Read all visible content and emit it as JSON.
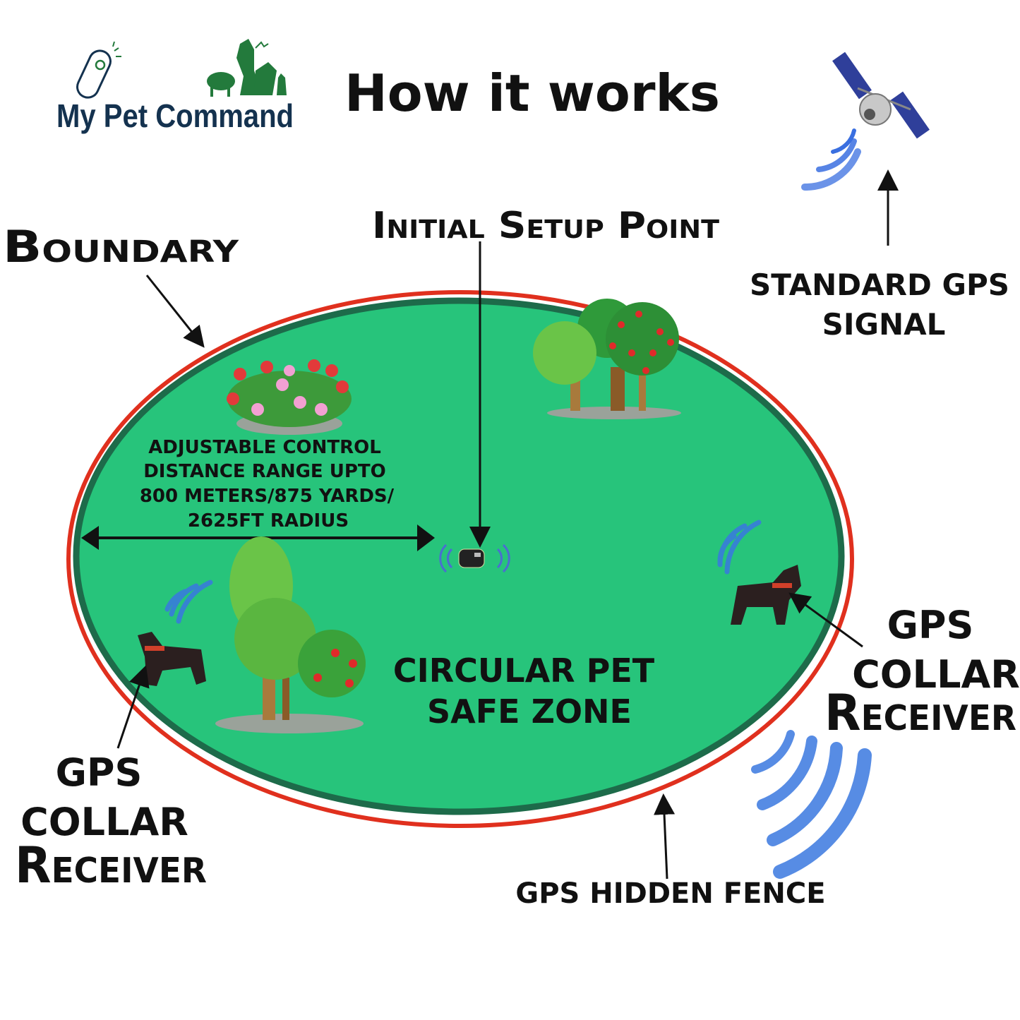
{
  "logo": {
    "text": "My Pet Command"
  },
  "title": "How it works",
  "labels": {
    "boundary": "Boundary",
    "initial_setup_point": "Initial Setup Point",
    "standard_gps": [
      "STANDARD GPS",
      "SIGNAL"
    ],
    "range": [
      "ADJUSTABLE CONTROL",
      "DISTANCE RANGE UPTO",
      "800 METERS/875 YARDS/",
      "2625FT RADIUS"
    ],
    "safe_zone": [
      "CIRCULAR PET",
      "SAFE ZONE"
    ],
    "collar_right": [
      "GPS",
      "COLLAR",
      "Receiver"
    ],
    "collar_left": [
      "GPS",
      "COLLAR",
      "Receiver"
    ],
    "hidden_fence": "GPS HIDDEN FENCE"
  },
  "colors": {
    "zone": "#27c47b",
    "zone_border": "#1d6b4a",
    "fence": "#e0301e",
    "logo_text": "#14324f",
    "logo_animals": "#237a3c",
    "signal": "#3a6fe0"
  }
}
